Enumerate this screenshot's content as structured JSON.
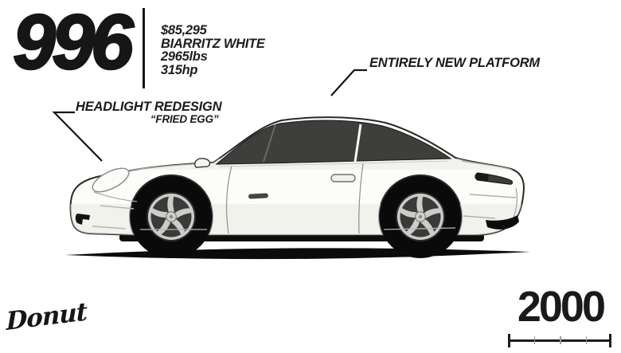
{
  "colors": {
    "background": "#ffffff",
    "ink": "#161616",
    "car-body": "#fcfcf9",
    "car-body-shade": "#ebebe5",
    "car-outline": "#2a2a28",
    "glass": "#3e3e3c",
    "tire": "#0a0a0a",
    "rim": "#cccccb",
    "rim-dark": "#3a3a38",
    "shadow": "#0b0b0b",
    "detail-line": "#a9a9a7"
  },
  "header": {
    "model_code": "996",
    "specs": {
      "price": "$85,295",
      "paint": "BIARRITZ WHITE",
      "weight": "2965lbs",
      "power": "315hp"
    }
  },
  "annotations": {
    "headlight": {
      "label": "HEADLIGHT REDESIGN",
      "sublabel": "“FRIED EGG”"
    },
    "platform": {
      "label": "ENTIRELY NEW PLATFORM"
    }
  },
  "illustration": {
    "subject": "Porsche 911 (996) side profile, facing left, white coupe with five-spoke wheels",
    "paint_name": "Biarritz White"
  },
  "footer": {
    "brand_logo": "Donut",
    "year": "2000"
  }
}
